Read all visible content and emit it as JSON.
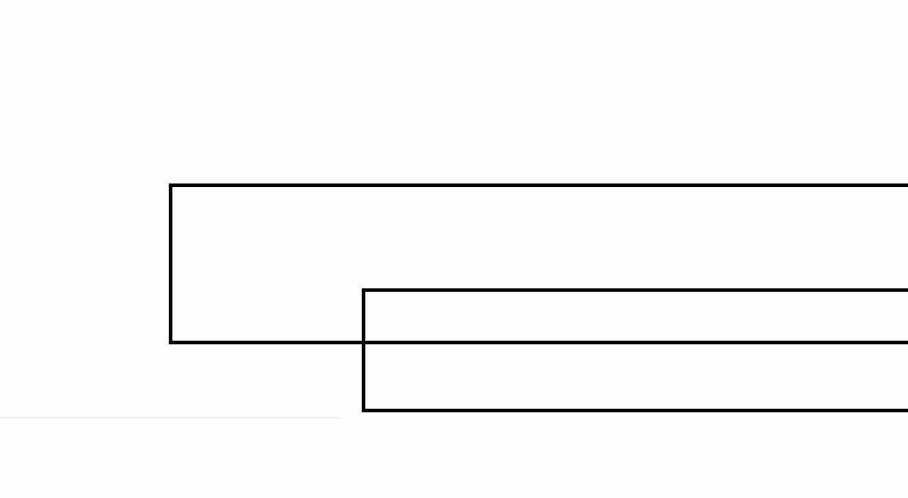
{
  "diagram": {
    "stroke_color": "#000000",
    "background_color": "#fdfdfd",
    "shapes": [
      {
        "id": "upper",
        "kind": "rectangle",
        "clipped_edge": "right"
      },
      {
        "id": "lower",
        "kind": "rectangle",
        "clipped_edge": "right",
        "overlaps": "upper"
      }
    ]
  }
}
